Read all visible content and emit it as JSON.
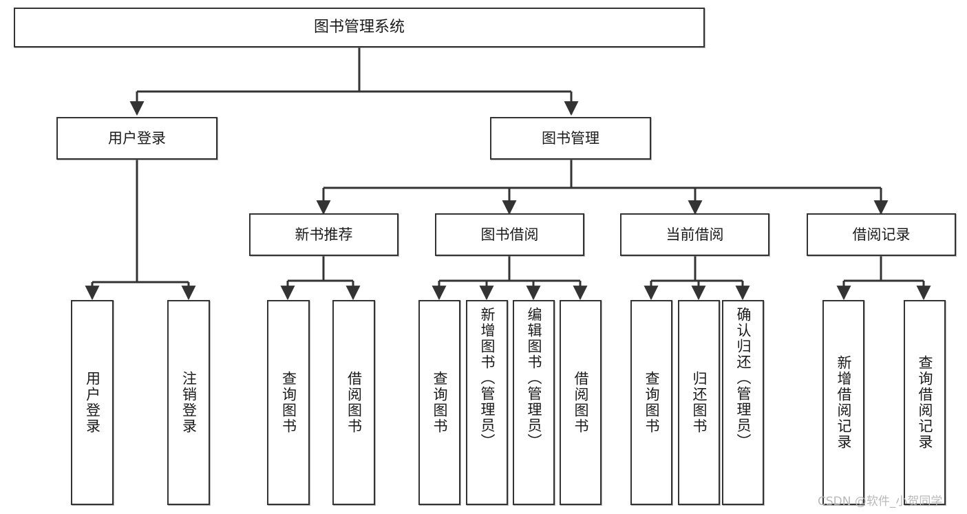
{
  "diagram": {
    "title": "图书管理系统",
    "type": "tree-hierarchy-chart",
    "watermark": "CSDN @软件_小贺同学",
    "stroke_color": "#333333",
    "background_color": "#ffffff",
    "text_color": "#1a1a1a"
  },
  "root": {
    "label": "图书管理系统"
  },
  "level2": [
    {
      "label": "用户登录"
    },
    {
      "label": "图书管理"
    }
  ],
  "level3": [
    {
      "label": "新书推荐"
    },
    {
      "label": "图书借阅"
    },
    {
      "label": "当前借阅"
    },
    {
      "label": "借阅记录"
    }
  ],
  "leaves": {
    "user_login": [
      {
        "label": "用户登录"
      },
      {
        "label": "注销登录"
      }
    ],
    "new_book_recommend": [
      {
        "label": "查询图书"
      },
      {
        "label": "借阅图书"
      }
    ],
    "book_borrow": [
      {
        "label": "查询图书"
      },
      {
        "label": "新增图书（管理员）"
      },
      {
        "label": "编辑图书（管理员）"
      },
      {
        "label": "借阅图书"
      }
    ],
    "current_borrow": [
      {
        "label": "查询图书"
      },
      {
        "label": "归还图书"
      },
      {
        "label": "确认归还（管理员）"
      }
    ],
    "borrow_record": [
      {
        "label": "新增借阅记录"
      },
      {
        "label": "查询借阅记录"
      }
    ]
  }
}
